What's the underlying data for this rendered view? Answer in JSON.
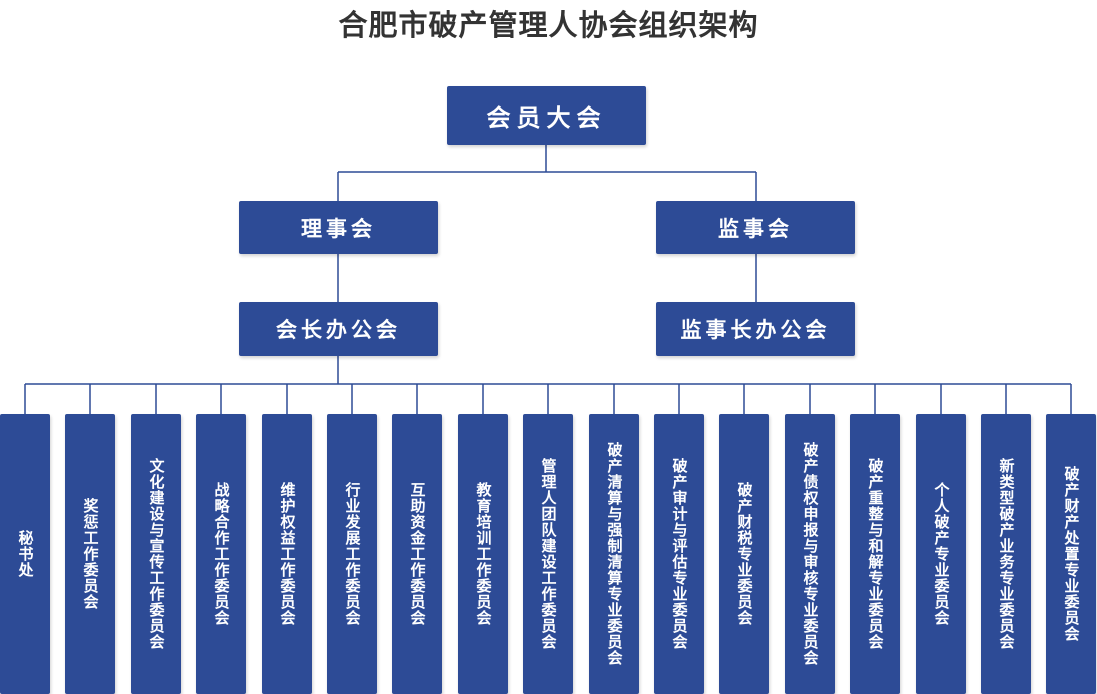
{
  "title": "合肥市破产管理人协会组织架构",
  "colors": {
    "box": "#2d4b96",
    "line": "#2d4b96",
    "title": "#333333"
  },
  "top": {
    "label": "会员大会"
  },
  "level2": {
    "left": "理事会",
    "right": "监事会"
  },
  "level3": {
    "left": "会长办公会",
    "right": "监事长办公会"
  },
  "departments": [
    "秘书处",
    "奖惩工作委员会",
    "文化建设与宣传工作委员会",
    "战略合作工作委员会",
    "维护权益工作委员会",
    "行业发展工作委员会",
    "互助资金工作委员会",
    "教育培训工作委员会",
    "管理人团队建设工作委员会",
    "破产清算与强制清算专业委员会",
    "破产审计与评估专业委员会",
    "破产财税专业委员会",
    "破产债权申报与审核专业委员会",
    "破产重整与和解专业委员会",
    "个人破产专业委员会",
    "新类型破产业务专业委员会",
    "破产财产处置专业委员会"
  ]
}
